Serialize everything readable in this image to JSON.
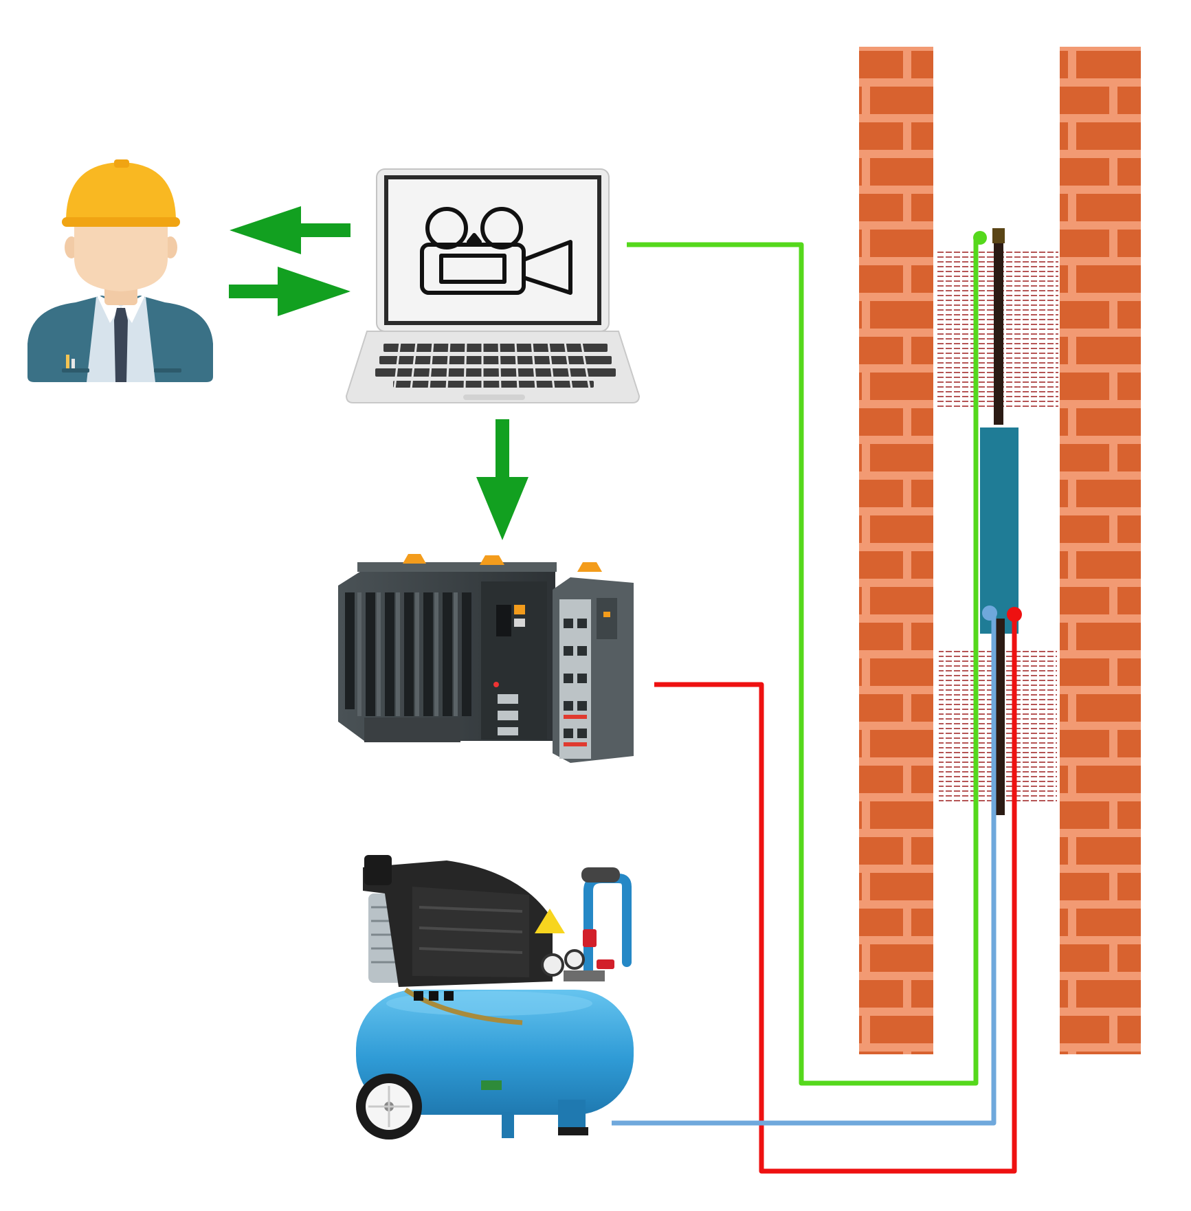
{
  "diagram": {
    "nodes": [
      {
        "id": "operator",
        "icon": "engineer-icon"
      },
      {
        "id": "laptop",
        "icon": "laptop-video-camera-icon"
      },
      {
        "id": "plc",
        "icon": "plc-controller-icon"
      },
      {
        "id": "compressor",
        "icon": "air-compressor-icon"
      },
      {
        "id": "borehole",
        "icon": "brick-wall-borehole-icon"
      },
      {
        "id": "inspection-probe",
        "icon": "probe-with-packers-icon"
      }
    ],
    "links": [
      {
        "from": "laptop",
        "to": "operator",
        "type": "arrow"
      },
      {
        "from": "operator",
        "to": "laptop",
        "type": "arrow"
      },
      {
        "from": "laptop",
        "to": "plc",
        "type": "arrow"
      },
      {
        "from": "laptop",
        "to": "inspection-probe",
        "type": "cable"
      },
      {
        "from": "plc",
        "to": "inspection-probe",
        "type": "cable"
      },
      {
        "from": "compressor",
        "to": "inspection-probe",
        "type": "air-hose"
      }
    ]
  },
  "colors": {
    "arrow": "#12a020",
    "camera_cable": "#55d81c",
    "control_cable": "#ee1111",
    "air_hose": "#6fa8dc",
    "brick": "#d8622f",
    "mortar": "#f29a73",
    "probe_body": "#1f7c96",
    "packer_bristle": "#9b1b1b",
    "helmet": "#f9b822",
    "jacket": "#3a7186",
    "compressor_tank": "#3aa4db"
  }
}
